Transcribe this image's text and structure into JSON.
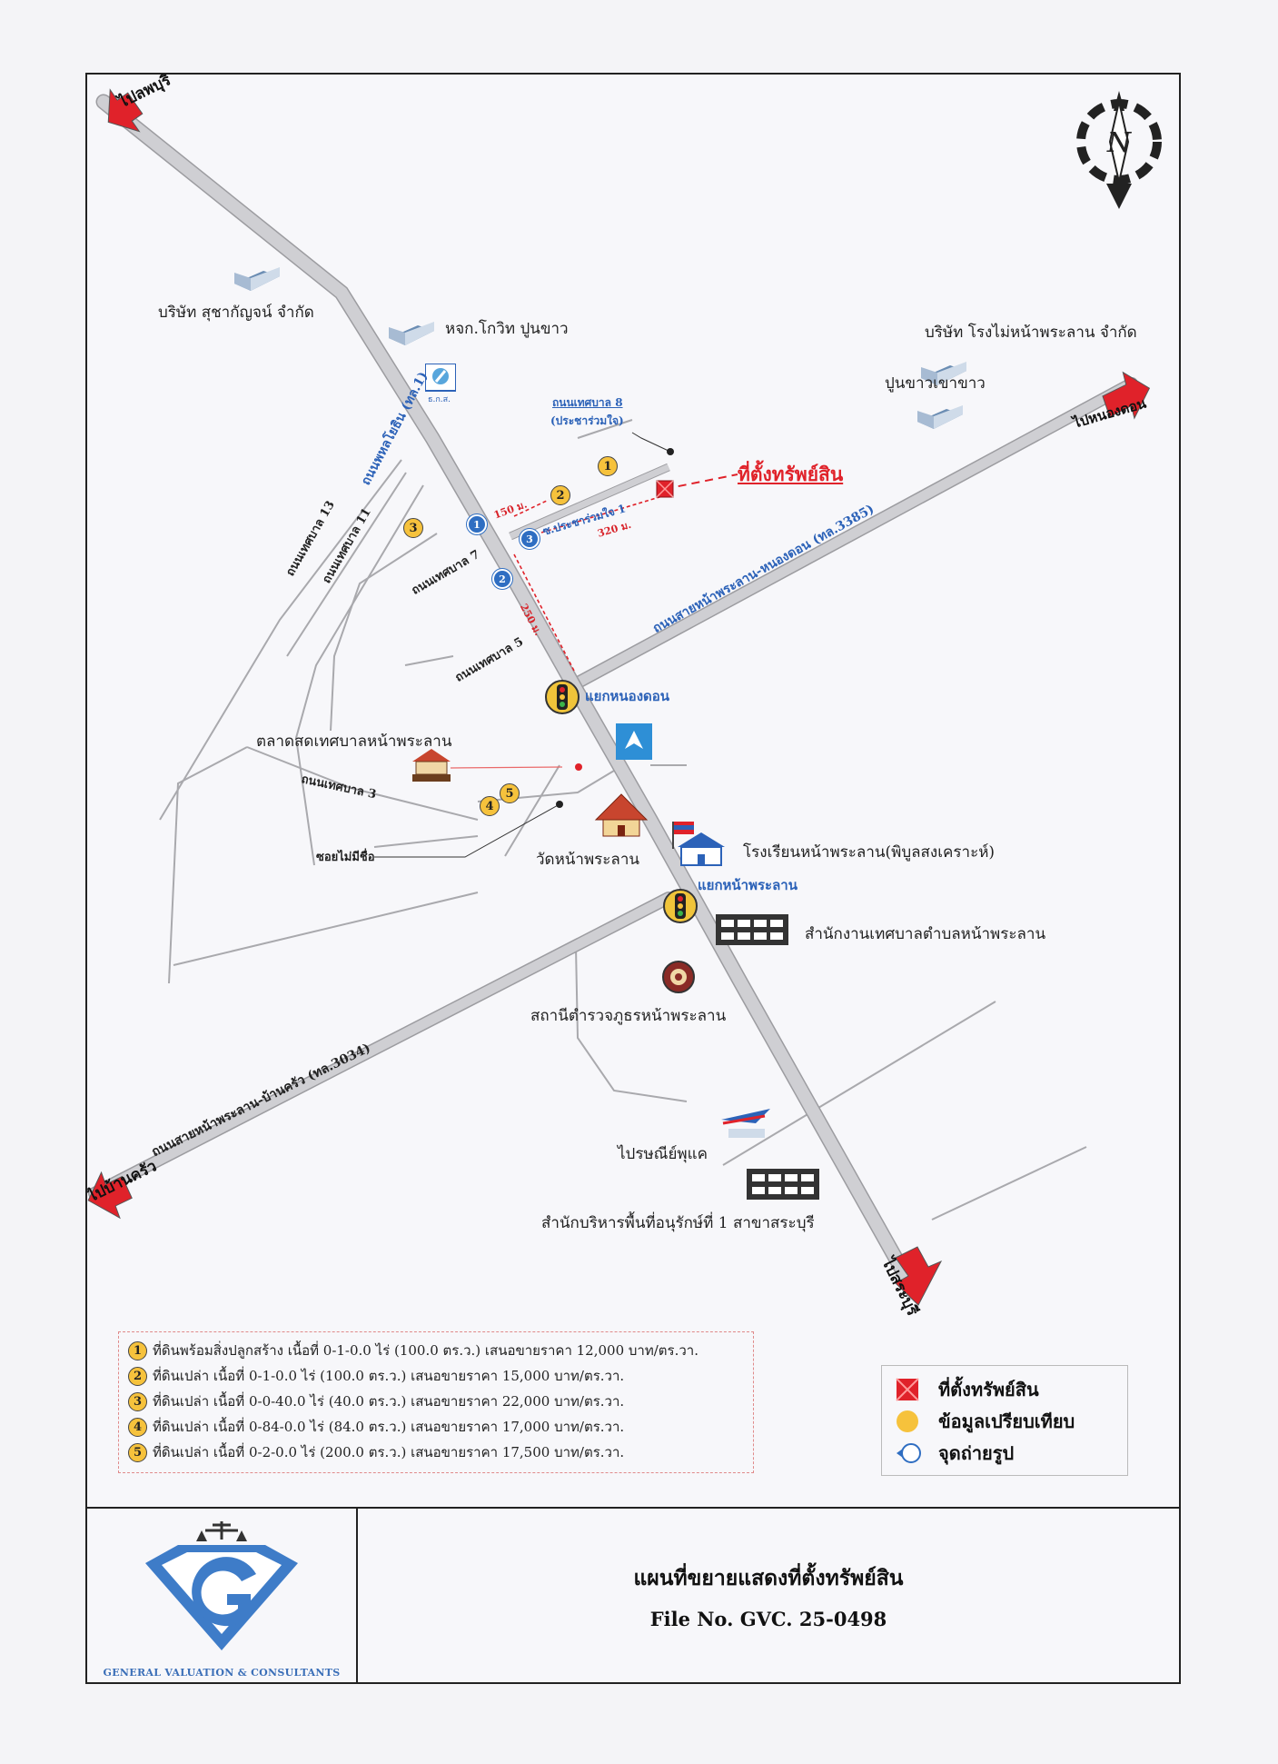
{
  "footer": {
    "title": "แผนที่ขยายแสดงที่ตั้งทรัพย์สิน",
    "file_no": "File No. GVC. 25-0498",
    "company": "GENERAL VALUATION & CONSULTANTS"
  },
  "compass": {
    "letter": "N"
  },
  "directions": {
    "lopburi": "ไปลพบุรี",
    "nong_don": "ไปหนองดอน",
    "ban_khrua": "ไปบ้านครัว",
    "saraburi": "ไปสระบุรี"
  },
  "roads": {
    "phahonyothin": "ถนนพหลโยธิน (ทล.1)",
    "road_3385": "ถนนสายหน้าพระลาน-หนองดอน (ทล.3385)",
    "road_3034": "ถนนสายหน้าพระลาน-บ้านครัว (ทล.3034)",
    "tessaban_8": "ถนนเทศบาล 8",
    "tessaban_8_sub": "(ประชาร่วมใจ)",
    "soi_pracha": "ซ.ประชาร่วมใจ 1",
    "tessaban_13": "ถนนเทศบาล 13",
    "tessaban_11": "ถนนเทศบาล 11",
    "tessaban_7": "ถนนเทศบาล 7",
    "tessaban_5": "ถนนเทศบาล 5",
    "tessaban_3": "ถนนเทศบาล 3",
    "soi_unnamed": "ซอยไม่มีชื่อ"
  },
  "places": {
    "sucha": "บริษัท สุชากัญจน์ จำกัด",
    "kowit": "หจก.โกวิท ปูนขาว",
    "rongmai": "บริษัท โรงไม่หน้าพระลาน จำกัด",
    "poonkhao": "ปูนขาวเขาขาว",
    "market": "ตลาดสดเทศบาลหน้าพระลาน",
    "wat": "วัดหน้าพระลาน",
    "school": "โรงเรียนหน้าพระลาน(พิบูลสงเคราะห์)",
    "office": "สำนักงานเทศบาลตำบลหน้าพระลาน",
    "police": "สถานีตำรวจภูธรหน้าพระลาน",
    "post": "ไปรษณีย์พุแค",
    "forest": "สำนักบริหารพื้นที่อนุรักษ์ที่ 1 สาขาสระบุรี",
    "bank_label": "ธ.ก.ส."
  },
  "junctions": {
    "nong_don": "แยกหนองดอน",
    "na_phra_lan": "แยกหน้าพระลาน"
  },
  "property_label": "ที่ตั้งทรัพย์สิน",
  "distances": {
    "d150": "150 ม.",
    "d320": "320 ม.",
    "d250": "250 ม."
  },
  "map_points": {
    "c1": "1",
    "c2": "2",
    "c3": "3",
    "c4": "4",
    "c5": "5",
    "p1": "1",
    "p2": "2",
    "p3": "3"
  },
  "comparables": [
    {
      "num": "1",
      "text": "ที่ดินพร้อมสิ่งปลูกสร้าง เนื้อที่ 0-1-0.0 ไร่ (100.0 ตร.ว.) เสนอขายราคา 12,000 บาท/ตร.วา."
    },
    {
      "num": "2",
      "text": "ที่ดินเปล่า เนื้อที่ 0-1-0.0 ไร่ (100.0 ตร.ว.) เสนอขายราคา 15,000 บาท/ตร.วา."
    },
    {
      "num": "3",
      "text": "ที่ดินเปล่า เนื้อที่ 0-0-40.0 ไร่ (40.0 ตร.ว.) เสนอขายราคา 22,000 บาท/ตร.วา."
    },
    {
      "num": "4",
      "text": "ที่ดินเปล่า เนื้อที่ 0-84-0.0 ไร่ (84.0 ตร.ว.) เสนอขายราคา  17,000 บาท/ตร.วา."
    },
    {
      "num": "5",
      "text": "ที่ดินเปล่า เนื้อที่ 0-2-0.0 ไร่ (200.0 ตร.ว.) เสนอขายราคา 17,500 บาท/ตร.วา."
    }
  ],
  "legend": {
    "property": "ที่ตั้งทรัพย์สิน",
    "comparable": "ข้อมูลเปรียบเทียบ",
    "photo": "จุดถ่ายรูป"
  },
  "colors": {
    "road": "#c9c9cc",
    "road_edge": "#a9a9ad",
    "accent_red": "#e0222a",
    "accent_blue": "#2c62b8",
    "comparable": "#f6c23c"
  }
}
